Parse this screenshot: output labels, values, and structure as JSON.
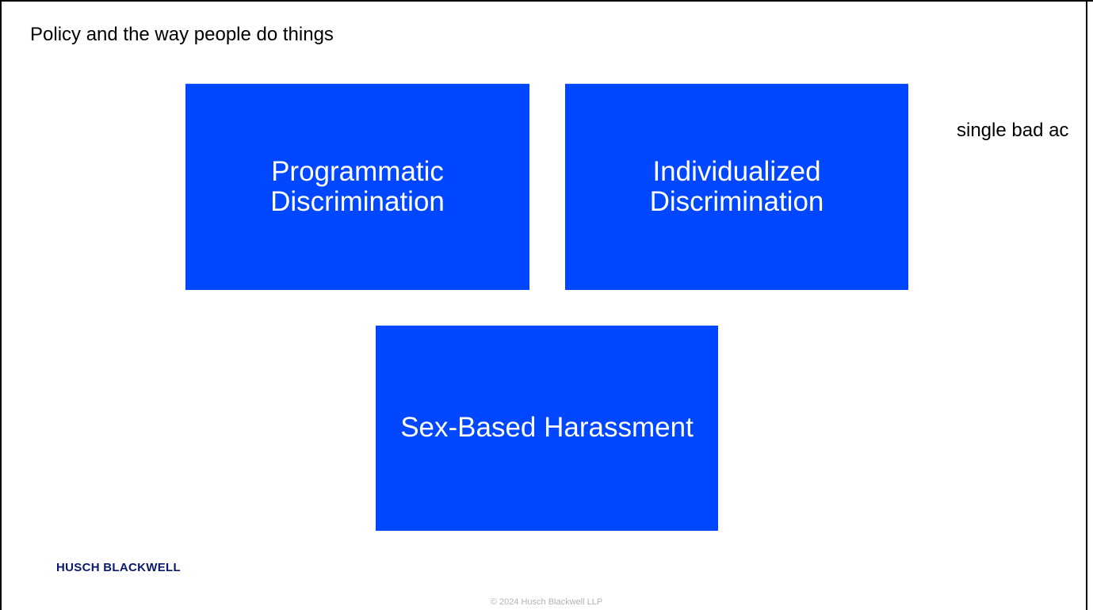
{
  "slide": {
    "title": "Policy and the way people do things",
    "side_note": "single bad ac",
    "footer": "© 2024 Husch Blackwell LLP",
    "logo_text": "HUSCH BLACKWELL"
  },
  "boxes": [
    {
      "line1": "Programmatic",
      "line2": "Discrimination"
    },
    {
      "line1": "Individualized",
      "line2": "Discrimination"
    },
    {
      "line1": "Sex-Based Harassment",
      "line2": ""
    }
  ],
  "colors": {
    "box_fill": "#0047ff",
    "box_text": "#ffffff",
    "logo": "#0a1a6b",
    "footer_text": "#b3b3b3"
  }
}
